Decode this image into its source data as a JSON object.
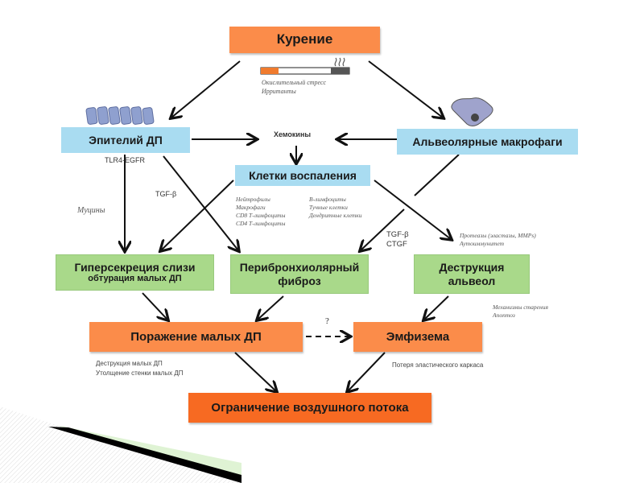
{
  "colors": {
    "orange": "#fb8c4a",
    "orange_dark": "#f76a22",
    "blue": "#a9dcf1",
    "green": "#a9d98a"
  },
  "nodes": {
    "smoking": "Курение",
    "epithelium": "Эпителий ДП",
    "macrophages": "Альвеолярные макрофаги",
    "chemokines": "Хемокины",
    "inflammatory_cells": "Клетки воспаления",
    "hypersecretion": {
      "line1": "Гиперсекреция слизи",
      "line2": "обтурация малых ДП"
    },
    "fibrosis": {
      "line1": "Перибронхиолярный",
      "line2": "фиброз"
    },
    "alveoli_destruction": {
      "line1": "Деструкция",
      "line2": "альвеол"
    },
    "small_airways_damage": "Поражение малых ДП",
    "emphysema": "Эмфизема",
    "airflow_limitation": "Ограничение воздушного потока"
  },
  "notes": {
    "smoking": [
      "Окислительный стресс",
      "Ирританты"
    ],
    "tlr": "TLR4-EGFR",
    "mucins": "Муцины",
    "tgf_left": "TGF-β",
    "tgf_right": [
      "TGF-β",
      "CTGF"
    ],
    "cells_col1": [
      "Нейтрофилы",
      "Макрофаги",
      "CD8 Т-лимфоциты",
      "CD4 Т-лимфоциты"
    ],
    "cells_col2": [
      "В-лимфоциты",
      "Тучные клетки",
      "Дендритные клетки"
    ],
    "proteases": [
      "Протеазы (эластазы, MMPs)",
      "Аутоиммунитет"
    ],
    "aging": [
      "Механизмы старения",
      "Апоптоз"
    ],
    "small_airways": [
      "Деструкция малых ДП",
      "Утолщение стенки малых ДП"
    ],
    "emphysema": "Потеря эластического каркаса",
    "question": "?"
  }
}
